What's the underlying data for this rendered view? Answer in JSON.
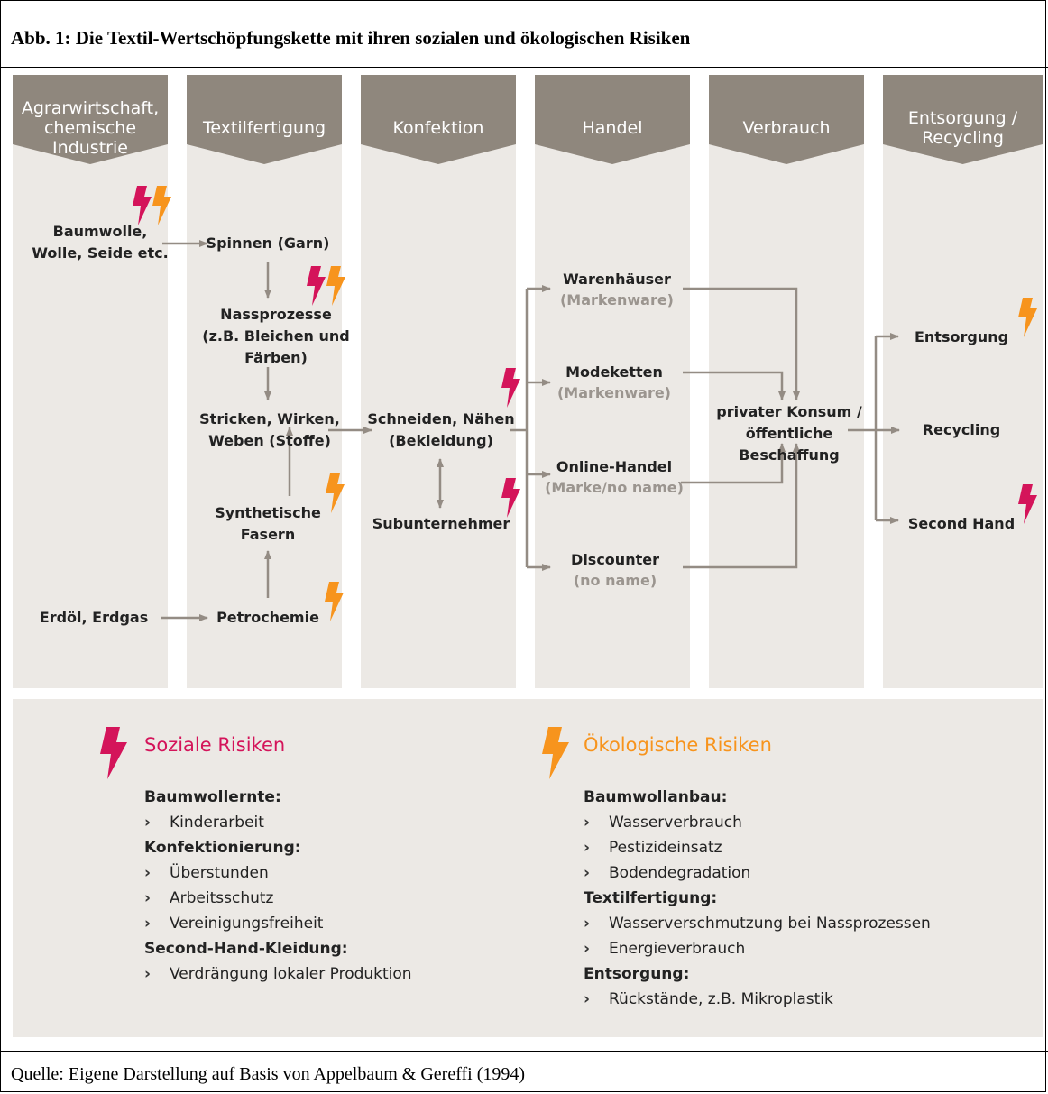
{
  "figure": {
    "title": "Abb. 1: Die Textil-Wertschöpfungskette mit ihren sozialen und ökologischen Risiken",
    "source": "Quelle: Eigene Darstellung auf Basis von Appelbaum & Gereffi (1994)"
  },
  "columns": [
    {
      "lines": [
        "Agrarwirtschaft,",
        "chemische",
        "Industrie"
      ]
    },
    {
      "lines": [
        "Textilfertigung"
      ]
    },
    {
      "lines": [
        "Konfektion"
      ]
    },
    {
      "lines": [
        "Handel"
      ]
    },
    {
      "lines": [
        "Verbrauch"
      ]
    },
    {
      "lines": [
        "Entsorgung /",
        "Recycling"
      ]
    }
  ],
  "nodes": {
    "baumwolle": [
      "Baumwolle,",
      "Wolle, Seide etc."
    ],
    "erdoel": [
      "Erdöl, Erdgas"
    ],
    "spinnen": [
      "Spinnen (Garn)"
    ],
    "nassprozesse": [
      "Nassprozesse",
      "(z.B. Bleichen und",
      "Färben)"
    ],
    "stricken": [
      "Stricken, Wirken,",
      "Weben (Stoffe)"
    ],
    "synthetische": [
      "Synthetische",
      "Fasern"
    ],
    "petrochemie": [
      "Petrochemie"
    ],
    "schneiden": [
      "Schneiden, Nähen",
      "(Bekleidung)"
    ],
    "subunternehmer": [
      "Subunternehmer"
    ],
    "warenhaeuser": [
      "Warenhäuser"
    ],
    "warenhaeuser_sub": [
      "(Markenware)"
    ],
    "modeketten": [
      "Modeketten"
    ],
    "modeketten_sub": [
      "(Markenware)"
    ],
    "online": [
      "Online-Handel"
    ],
    "online_sub": [
      "(Marke/no name)"
    ],
    "discounter": [
      "Discounter"
    ],
    "discounter_sub": [
      "(no name)"
    ],
    "konsum": [
      "privater Konsum /",
      "öffentliche",
      "Beschaffung"
    ],
    "entsorgung": [
      "Entsorgung"
    ],
    "recycling": [
      "Recycling"
    ],
    "secondhand": [
      "Second Hand"
    ]
  },
  "legend": {
    "social": {
      "title": "Soziale Risiken",
      "groups": [
        {
          "heading": "Baumwollernte:",
          "items": [
            "Kinderarbeit"
          ]
        },
        {
          "heading": "Konfektionierung:",
          "items": [
            "Überstunden",
            "Arbeitsschutz",
            "Vereinigungsfreiheit"
          ]
        },
        {
          "heading": "Second-Hand-Kleidung:",
          "items": [
            "Verdrängung lokaler Produktion"
          ]
        }
      ]
    },
    "ecological": {
      "title": "Ökologische Risiken",
      "groups": [
        {
          "heading": "Baumwollanbau:",
          "items": [
            "Wasserverbrauch",
            "Pestizideinsatz",
            "Bodendegradation"
          ]
        },
        {
          "heading": "Textilfertigung:",
          "items": [
            "Wasserverschmutzung bei Nassprozessen",
            "Energieverbrauch"
          ]
        },
        {
          "heading": "Entsorgung:",
          "items": [
            "Rückstände, z.B. Mikroplastik"
          ]
        }
      ]
    }
  },
  "colors": {
    "social": "#d4145a",
    "ecological": "#f7941d",
    "header": "#8f877d",
    "column_bg": "#ece9e5",
    "arrow": "#948c84"
  },
  "icons": {
    "risk": "lightning-bolt-icon",
    "bullet": "chevron-right-icon"
  }
}
